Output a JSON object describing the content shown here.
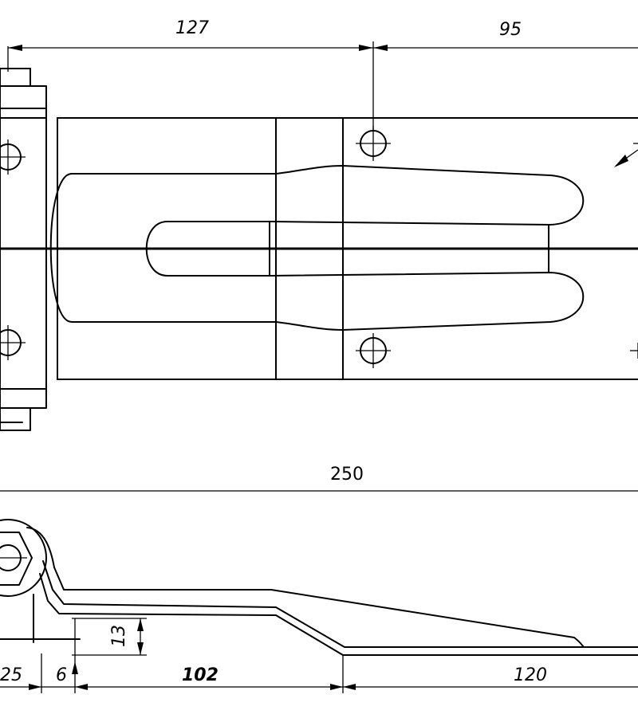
{
  "dimensions": {
    "top_left": "127",
    "top_right": "95",
    "overall_length": "250",
    "height": "13",
    "bottom_a": "25",
    "bottom_b": "6",
    "bottom_c": "102",
    "bottom_d": "120"
  }
}
